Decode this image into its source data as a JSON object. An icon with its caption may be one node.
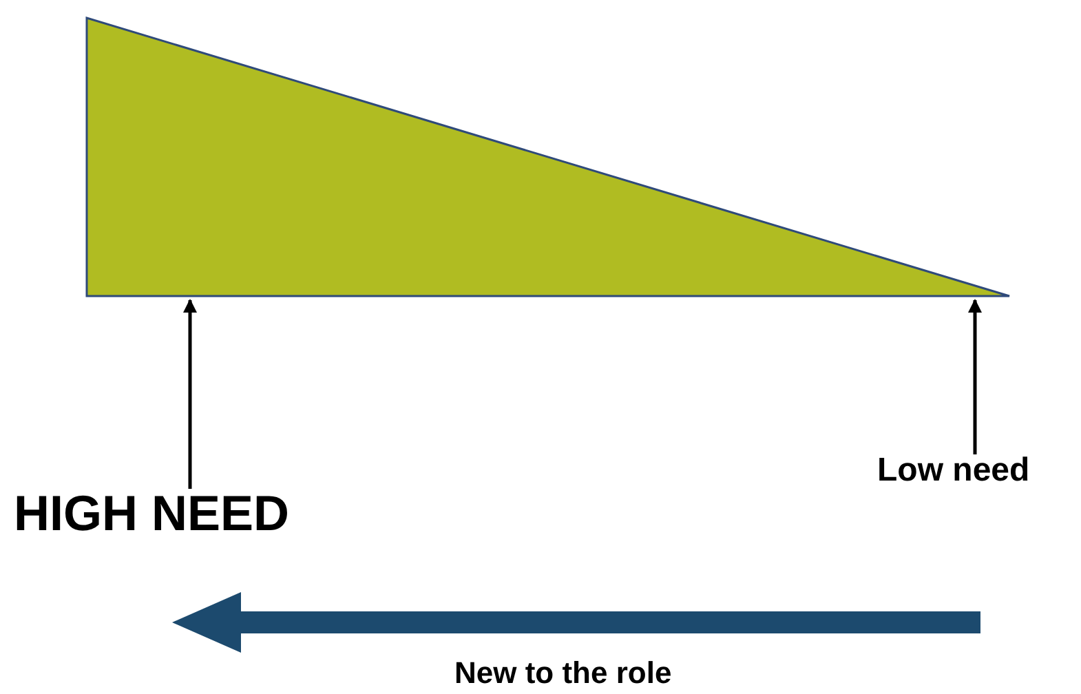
{
  "diagram": {
    "nodes": [
      {
        "text": [],
        "shape": "triangle"
      },
      {
        "text": [
          "HIGH NEED"
        ]
      },
      {
        "text": [
          "Low need"
        ]
      }
    ],
    "edges": [
      {
        "from": 1,
        "to": 0,
        "arrow": "to"
      },
      {
        "from": 2,
        "to": 0,
        "arrow": "to"
      }
    ],
    "labels": [
      "New to the role"
    ]
  }
}
